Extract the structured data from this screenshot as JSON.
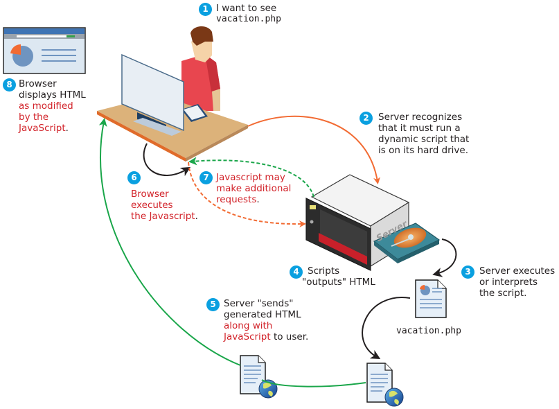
{
  "colors": {
    "badge": "#0aa0e0",
    "highlight_text": "#d2232a",
    "body_text": "#231f20",
    "request_arrow": "#f26b33",
    "response_arrow": "#1aa64a",
    "local_arrow": "#231f20"
  },
  "steps": [
    {
      "number": "1",
      "lines": [
        "I want to see"
      ],
      "mono_line": "vacation.php"
    },
    {
      "number": "2",
      "lines": [
        "Server recognizes",
        "that it must run a",
        "dynamic script that",
        "is on its hard drive."
      ]
    },
    {
      "number": "3",
      "lines": [
        "Server executes",
        "or interprets",
        "the script."
      ]
    },
    {
      "number": "4",
      "lines": [
        "Scripts",
        "\"outputs\" HTML"
      ]
    },
    {
      "number": "5",
      "lines": [
        "Server \"sends\"",
        "generated HTML"
      ],
      "red_lines": [
        "along with"
      ],
      "mixed_line": {
        "red": "JavaScript",
        "plain": " to user."
      }
    },
    {
      "number": "6",
      "red_lines": [
        "Browser",
        "executes"
      ],
      "mixed_line": {
        "red": "the Javascript",
        "plain": "."
      }
    },
    {
      "number": "7",
      "red_lines": [
        "Javascript may",
        "make additional"
      ],
      "mixed_line": {
        "red": "requests",
        "plain": "."
      }
    },
    {
      "number": "8",
      "lines": [
        "Browser",
        "displays HTML"
      ],
      "red_lines": [
        "as modified",
        "by the"
      ],
      "mixed_line": {
        "red": "JavaScript",
        "plain": "."
      }
    }
  ],
  "labels": {
    "server_label": "Server",
    "file_label": "vacation.php"
  },
  "icons": {
    "browser_window": "browser-window-icon",
    "user_at_desk": "user-computer-icon",
    "server": "server-icon",
    "hard_drive": "hard-drive-icon",
    "script_file": "document-chart-icon",
    "html_file": "document-globe-icon"
  }
}
